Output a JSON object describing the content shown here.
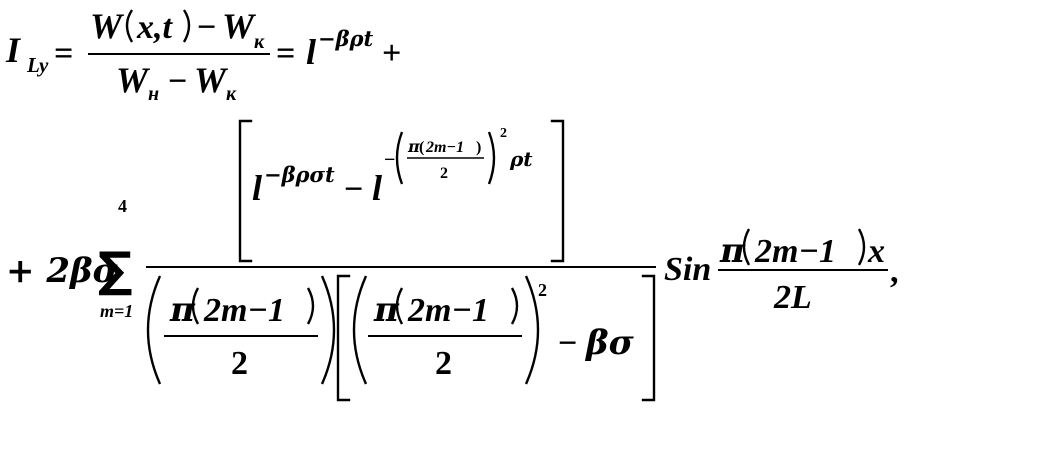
{
  "formula": {
    "line1": {
      "lhs_main": "I",
      "lhs_sub": "Ly",
      "eq": "=",
      "num_W": "W",
      "num_args": "x,t",
      "minus": "−",
      "num_W2": "W",
      "sub_k": "к",
      "den_W": "W",
      "sub_n": "н",
      "den_minus": "−",
      "den_W2": "W",
      "den_sub_k": "к",
      "eq2": "=",
      "base_l": "l",
      "exp1": "−βρt",
      "plus": "+"
    },
    "line2": {
      "lead": "+ 2βσ",
      "sum_symbol": "∑",
      "sum_upper": "4",
      "sum_lower": "m=1",
      "num_l1": "l",
      "num_exp1": "−βρσt",
      "num_minus": "−",
      "num_l2": "l",
      "exp_minus": "−",
      "exp_pi": "π",
      "exp_open": "(",
      "exp_inner": "2m−1",
      "exp_close": ")",
      "exp_den": "2",
      "exp_sq": "2",
      "exp_rho_t": "ρt",
      "den_pi1": "π",
      "den_inner1": "2m−1",
      "den_two1": "2",
      "den_pi2": "π",
      "den_inner2": "2m−1",
      "den_two2": "2",
      "den_sq": "2",
      "den_minus": "−",
      "den_beta_sigma": "βσ",
      "sin": "Sin",
      "sin_pi": "π",
      "sin_inner": "2m−1",
      "sin_x": "x",
      "sin_den": "2L",
      "comma": ","
    }
  }
}
